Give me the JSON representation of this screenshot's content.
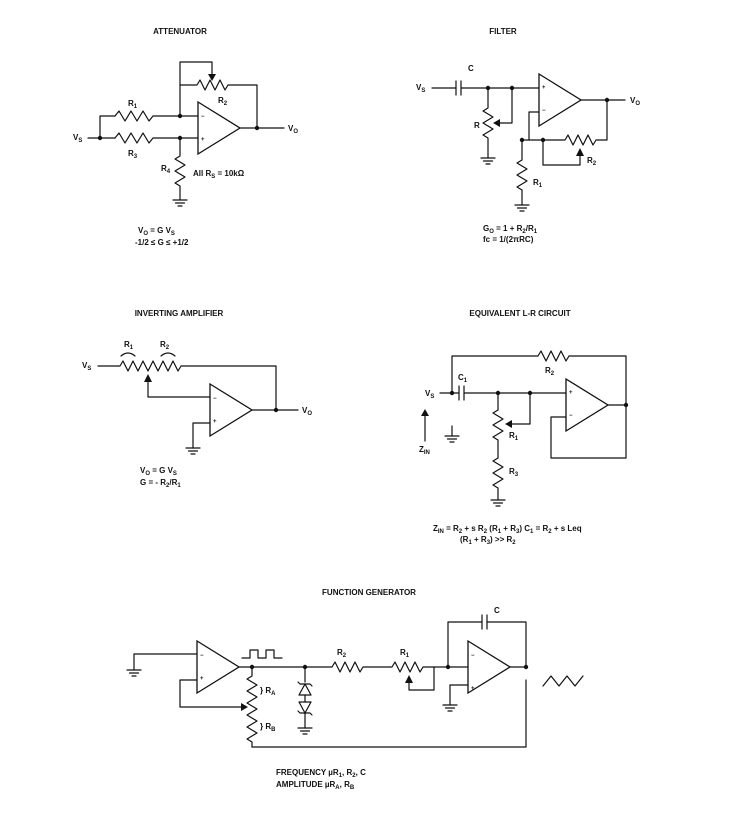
{
  "attenuator": {
    "title": "ATTENUATOR",
    "labels": {
      "vs": "V",
      "vs_sub": "S",
      "vo": "V",
      "vo_sub": "O",
      "r1": "R",
      "r1_sub": "1",
      "r2": "R",
      "r2_sub": "2",
      "r3": "R",
      "r3_sub": "3",
      "r4": "R",
      "r4_sub": "4",
      "all_rs": "All R",
      "all_rs_sub": "S",
      "all_rs_val": " = 10kΩ",
      "minus": "−",
      "plus": "+"
    },
    "eq1": "V",
    "eq1_sub1": "O",
    "eq1_rest": " = G V",
    "eq1_sub2": "S",
    "eq2": "-1/2 ≤ G ≤ +1/2"
  },
  "filter": {
    "title": "FILTER",
    "labels": {
      "vs": "V",
      "vs_sub": "S",
      "vo": "V",
      "vo_sub": "O",
      "c": "C",
      "r": "R",
      "r1": "R",
      "r1_sub": "1",
      "r2": "R",
      "r2_sub": "2",
      "minus": "−",
      "plus": "+"
    },
    "eq1": "G",
    "eq1_sub": "O",
    "eq1_rest": " = 1 + R",
    "eq1_sub2": "2",
    "eq1_rest2": "/R",
    "eq1_sub3": "1",
    "eq2": "fc = 1/(2πRC)"
  },
  "inverting": {
    "title": "INVERTING AMPLIFIER",
    "labels": {
      "vs": "V",
      "vs_sub": "S",
      "vo": "V",
      "vo_sub": "O",
      "r1": "R",
      "r1_sub": "1",
      "r2": "R",
      "r2_sub": "2",
      "minus": "−",
      "plus": "+"
    },
    "eq1": "V",
    "eq1_sub1": "O",
    "eq1_rest": " = G V",
    "eq1_sub2": "S",
    "eq2": "G = - R",
    "eq2_sub1": "2",
    "eq2_rest": "/R",
    "eq2_sub2": "1"
  },
  "lr": {
    "title": "EQUIVALENT L-R CIRCUIT",
    "labels": {
      "vs": "V",
      "vs_sub": "S",
      "c1": "C",
      "c1_sub": "1",
      "r1": "R",
      "r1_sub": "1",
      "r2": "R",
      "r2_sub": "2",
      "r3": "R",
      "r3_sub": "3",
      "zin": "Z",
      "zin_sub": "IN",
      "minus": "−",
      "plus": "+"
    },
    "eq1_a": "Z",
    "eq1_sub": "IN",
    "eq1_b": " = R",
    "eq1_s2": "2",
    "eq1_c": " + s R",
    "eq1_s3": "2",
    "eq1_d": " (R",
    "eq1_s4": "1",
    "eq1_e": " + R",
    "eq1_s5": "3",
    "eq1_f": ") C",
    "eq1_s6": "1",
    "eq1_g": " = R",
    "eq1_s7": "2",
    "eq1_h": " + s Leq",
    "eq2_a": "(R",
    "eq2_s1": "1",
    "eq2_b": " + R",
    "eq2_s2": "3",
    "eq2_c": ") >> R",
    "eq2_s3": "2"
  },
  "function_gen": {
    "title": "FUNCTION GENERATOR",
    "labels": {
      "c": "C",
      "r1": "R",
      "r1_sub": "1",
      "r2": "R",
      "r2_sub": "2",
      "ra": "} R",
      "ra_sub": "A",
      "rb": "} R",
      "rb_sub": "B",
      "minus": "−",
      "plus": "+"
    },
    "eq1_a": "FREQUENCY µR",
    "eq1_s1": "1",
    "eq1_b": ", R",
    "eq1_s2": "2",
    "eq1_c": ", C",
    "eq2_a": "AMPLITUDE µR",
    "eq2_s1": "A",
    "eq2_b": ", R",
    "eq2_s2": "B"
  }
}
